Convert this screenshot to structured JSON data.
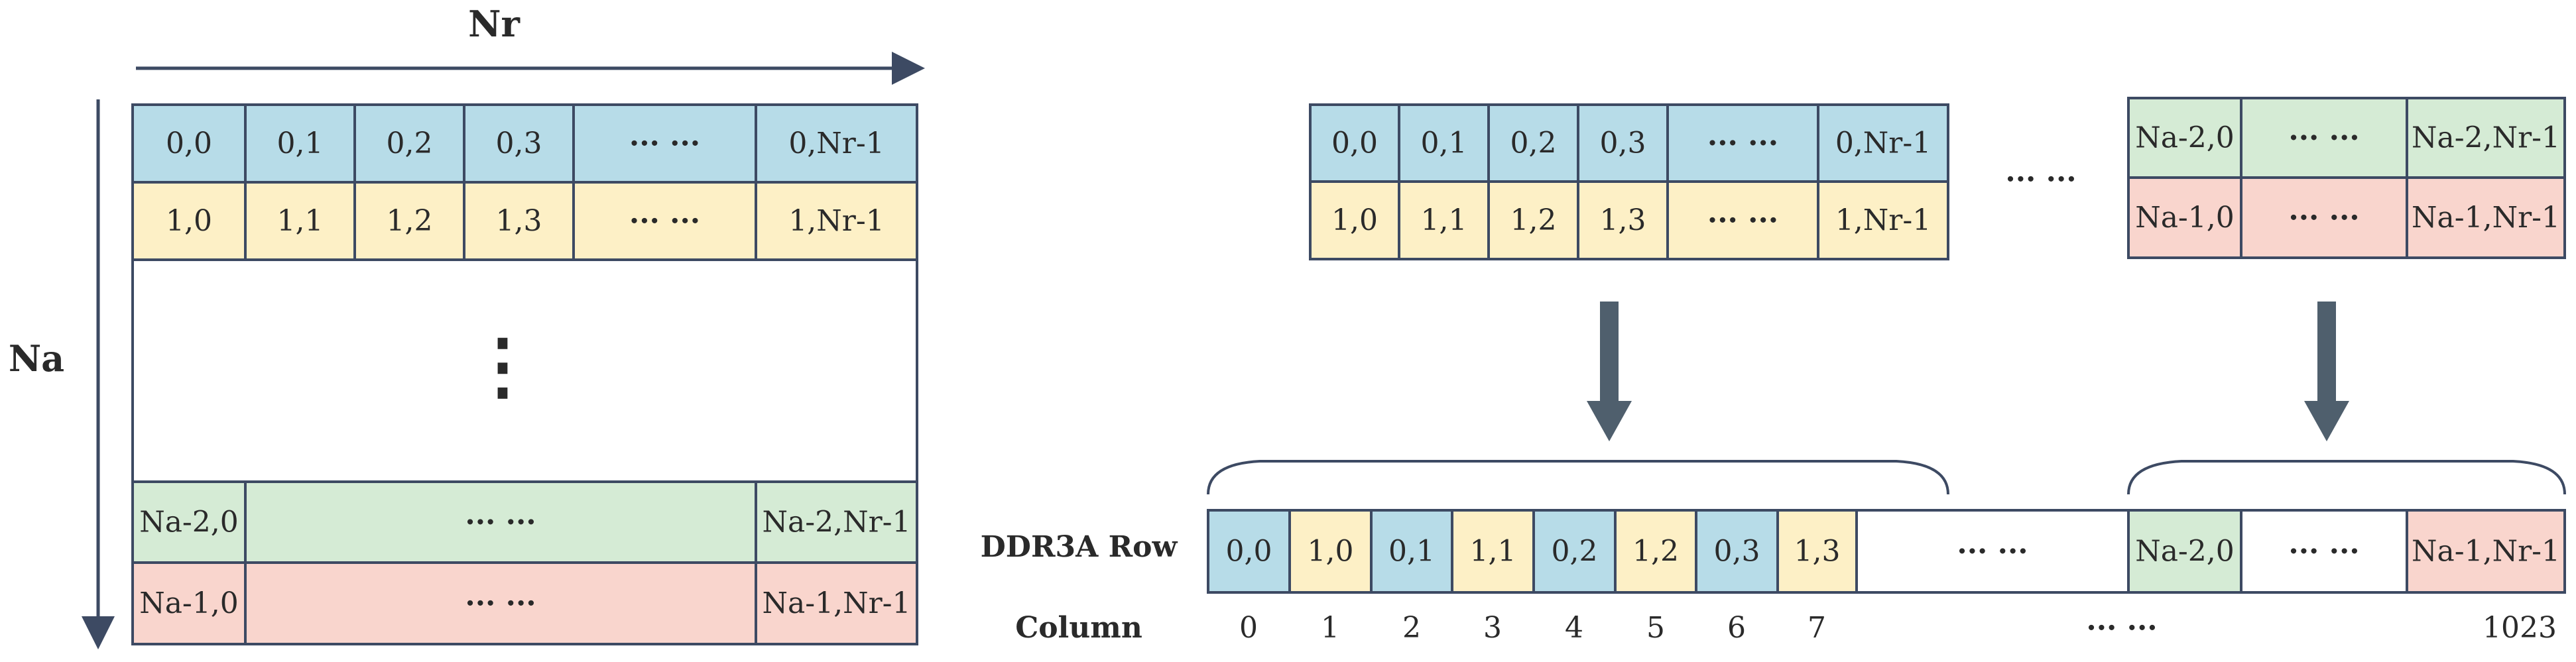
{
  "labels": {
    "nr": "Nr",
    "na": "Na",
    "ddr_row": "DDR3A Row",
    "column": "Column",
    "vertical_ellipsis": "⋮"
  },
  "colors": {
    "blue": "#b7dce8",
    "yellow": "#fdf0c6",
    "green": "#d5ebd5",
    "pink": "#f9d5cd",
    "white": "#ffffff",
    "stroke": "#3d4a63",
    "arrow": "#4f5f6d"
  },
  "matrix": {
    "row0": [
      "0,0",
      "0,1",
      "0,2",
      "0,3",
      "··· ···",
      "0,Nr-1"
    ],
    "row1": [
      "1,0",
      "1,1",
      "1,2",
      "1,3",
      "··· ···",
      "1,Nr-1"
    ],
    "row_na2": [
      "Na-2,0",
      "··· ···",
      "Na-2,Nr-1"
    ],
    "row_na1": [
      "Na-1,0",
      "··· ···",
      "Na-1,Nr-1"
    ]
  },
  "right_top": {
    "row0": [
      "0,0",
      "0,1",
      "0,2",
      "0,3",
      "··· ···",
      "0,Nr-1"
    ],
    "row1": [
      "1,0",
      "1,1",
      "1,2",
      "1,3",
      "··· ···",
      "1,Nr-1"
    ],
    "between": "··· ···",
    "last_row0": [
      "Na-2,0",
      "··· ···",
      "Na-2,Nr-1"
    ],
    "last_row1": [
      "Na-1,0",
      "··· ···",
      "Na-1,Nr-1"
    ]
  },
  "ddr_row": {
    "cells": [
      "0,0",
      "1,0",
      "0,1",
      "1,1",
      "0,2",
      "1,2",
      "0,3",
      "1,3",
      "··· ···",
      "Na-2,0",
      "··· ···",
      "Na-1,Nr-1"
    ]
  },
  "columns": [
    "0",
    "1",
    "2",
    "3",
    "4",
    "5",
    "6",
    "7",
    "··· ···",
    "1023"
  ]
}
